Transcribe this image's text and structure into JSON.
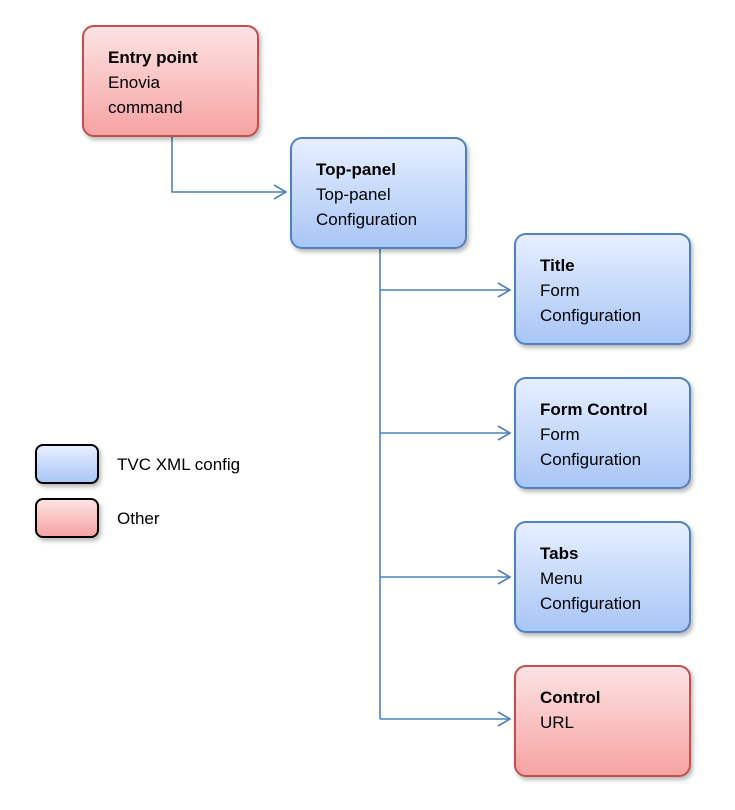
{
  "nodes": {
    "entry": {
      "title": "Entry point",
      "lines": [
        "Enovia",
        "command"
      ]
    },
    "top_panel": {
      "title": "Top-panel",
      "lines": [
        "Top-panel",
        "Configuration"
      ]
    },
    "title_node": {
      "title": "Title",
      "lines": [
        "Form",
        "Configuration"
      ]
    },
    "form_control": {
      "title": "Form Control",
      "lines": [
        "Form",
        "Configuration"
      ]
    },
    "tabs": {
      "title": "Tabs",
      "lines": [
        "Menu",
        "Configuration"
      ]
    },
    "control": {
      "title": "Control",
      "lines": [
        "URL"
      ]
    }
  },
  "legend": {
    "items": [
      {
        "label": "TVC XML config",
        "color": "#a9c6f6"
      },
      {
        "label": "Other",
        "color": "#f6a3a3"
      }
    ]
  },
  "colors": {
    "connector": "#4f81bd",
    "blue_border": "#4f81bd",
    "red_border": "#c0504d"
  }
}
